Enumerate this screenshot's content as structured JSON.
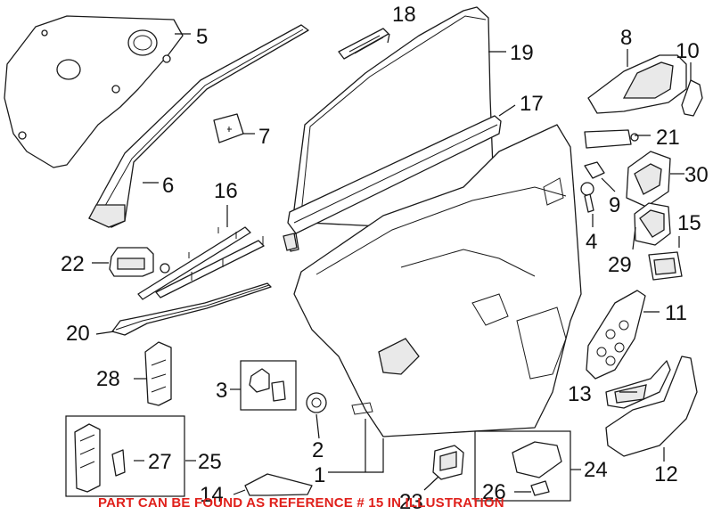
{
  "callouts": {
    "c1": "1",
    "c2": "2",
    "c3": "3",
    "c4": "4",
    "c5": "5",
    "c6": "6",
    "c7": "7",
    "c8": "8",
    "c9": "9",
    "c10": "10",
    "c11": "11",
    "c12": "12",
    "c13": "13",
    "c14": "14",
    "c15": "15",
    "c16": "16",
    "c17": "17",
    "c18": "18",
    "c19": "19",
    "c20": "20",
    "c21": "21",
    "c22": "22",
    "c23": "23",
    "c24": "24",
    "c25": "25",
    "c26": "26",
    "c27": "27",
    "c28": "28",
    "c29": "29",
    "c30": "30"
  },
  "notice": {
    "text": "PART CAN BE FOUND AS REFERENCE # 15 IN ILLUSTRATION",
    "color": "#e0201b"
  }
}
